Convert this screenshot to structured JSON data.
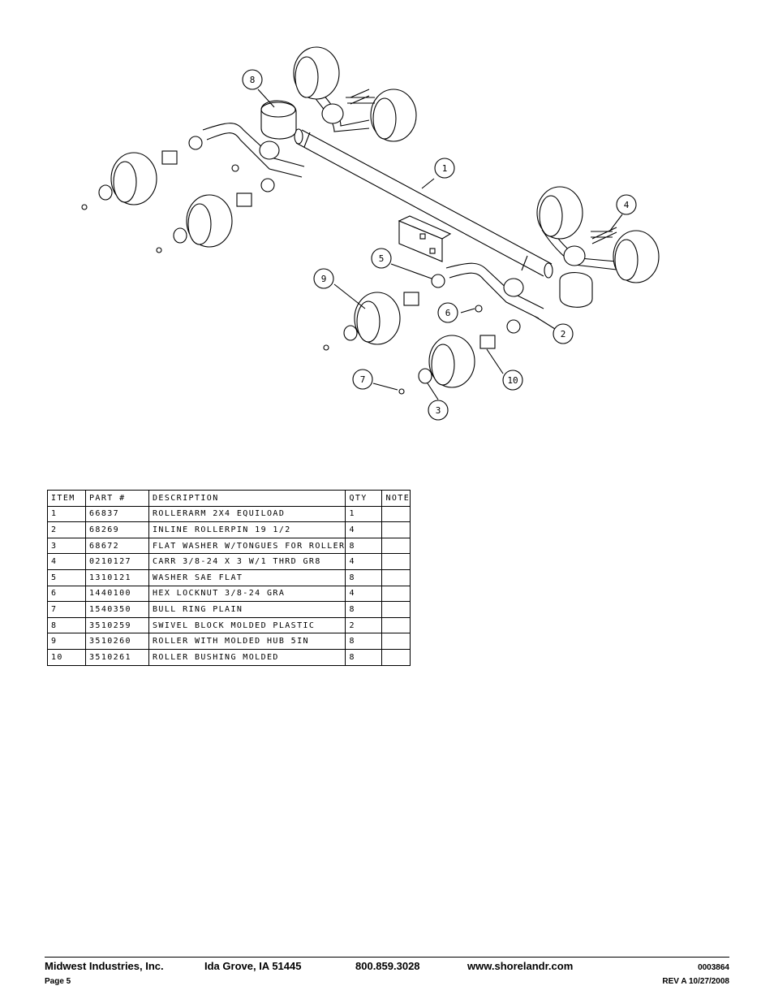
{
  "diagram": {
    "callouts": [
      "1",
      "2",
      "3",
      "4",
      "5",
      "6",
      "7",
      "8",
      "9",
      "10"
    ]
  },
  "parts_table": {
    "headers": [
      "ITEM",
      "PART #",
      "DESCRIPTION",
      "QTY",
      "NOTE"
    ],
    "rows": [
      [
        "1",
        "66837",
        "ROLLERARM  2X4 EQUILOAD",
        "1",
        ""
      ],
      [
        "2",
        "68269",
        "INLINE ROLLERPIN 19 1/2",
        "4",
        ""
      ],
      [
        "3",
        "68672",
        "FLAT WASHER W/TONGUES FOR ROLLER",
        "8",
        ""
      ],
      [
        "4",
        "0210127",
        "CARR 3/8-24 X 3 W/1 THRD GR8",
        "4",
        ""
      ],
      [
        "5",
        "1310121",
        "WASHER SAE FLAT",
        "8",
        ""
      ],
      [
        "6",
        "1440100",
        "HEX LOCKNUT 3/8-24 GRA",
        "4",
        ""
      ],
      [
        "7",
        "1540350",
        "BULL RING PLAIN",
        "8",
        ""
      ],
      [
        "8",
        "3510259",
        "SWIVEL BLOCK MOLDED PLASTIC",
        "2",
        ""
      ],
      [
        "9",
        "3510260",
        "ROLLER WITH MOLDED HUB  5IN",
        "8",
        ""
      ],
      [
        "10",
        "3510261",
        "ROLLER BUSHING MOLDED",
        "8",
        ""
      ]
    ]
  },
  "footer": {
    "company": "Midwest Industries, Inc.",
    "city": "Ida Grove, IA  51445",
    "phone": "800.859.3028",
    "website": "www.shorelandr.com",
    "doc_number": "0003864",
    "page": "Page 5",
    "revision": "REV A  10/27/2008"
  }
}
